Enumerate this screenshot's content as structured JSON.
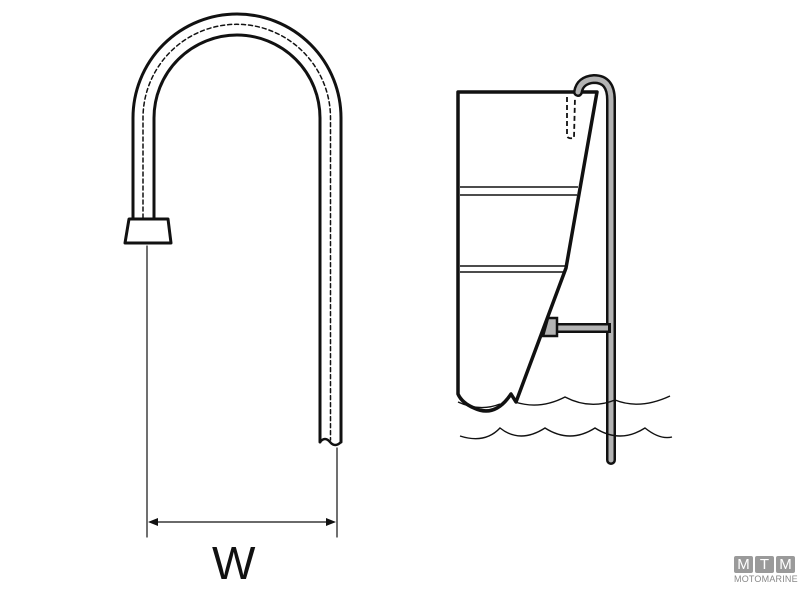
{
  "dimension": {
    "label": "W"
  },
  "logo": {
    "letters": [
      "M",
      "T",
      "M"
    ],
    "name": "MOTOMARINE"
  },
  "colors": {
    "line": "#111111",
    "pipe_fill": "#b3b3b3",
    "logo": "#9a9a9a"
  }
}
